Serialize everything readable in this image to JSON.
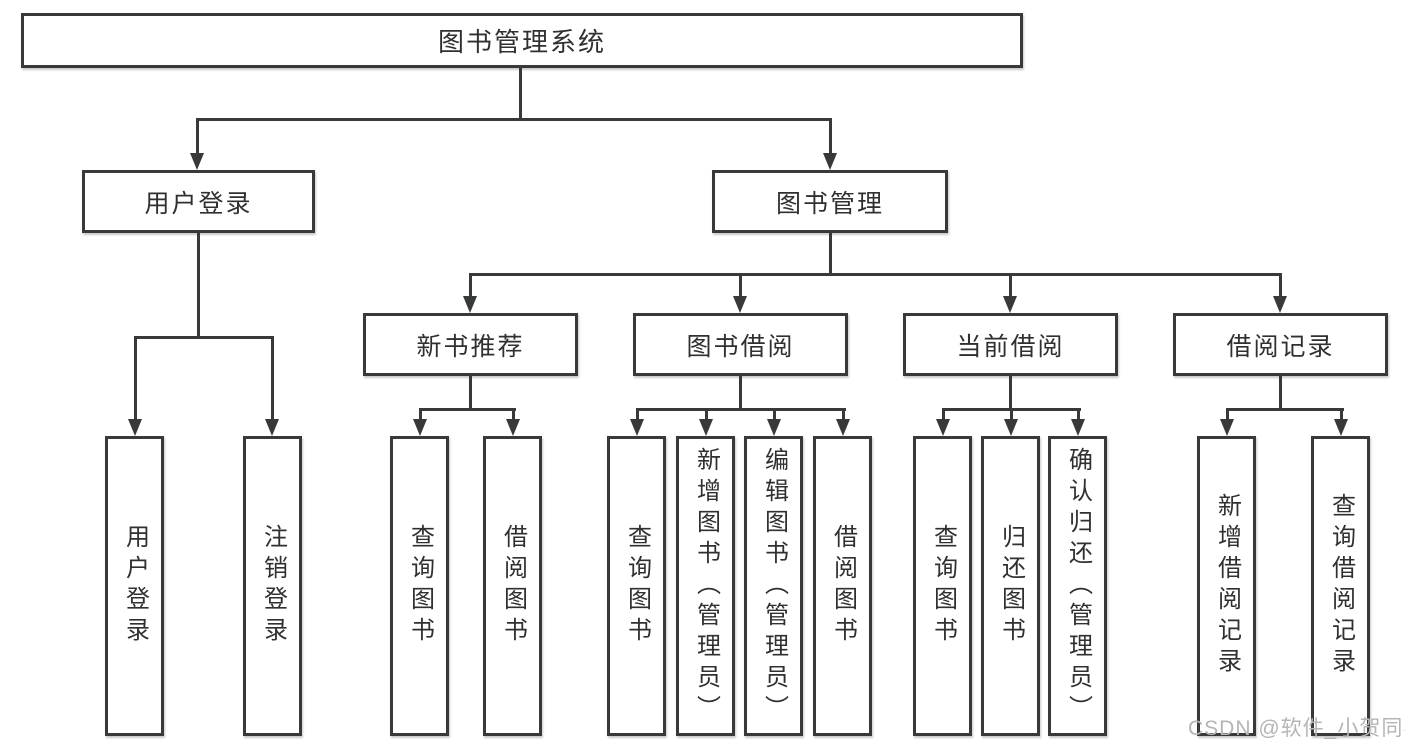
{
  "diagram": {
    "root": "图书管理系统",
    "user_login": {
      "label": "用户登录",
      "children": [
        "用户登录",
        "注销登录"
      ]
    },
    "book_mgmt": {
      "label": "图书管理",
      "sections": [
        {
          "label": "新书推荐",
          "children": [
            "查询图书",
            "借阅图书"
          ]
        },
        {
          "label": "图书借阅",
          "children": [
            "查询图书",
            "新增图书（管理员）",
            "编辑图书（管理员）",
            "借阅图书"
          ]
        },
        {
          "label": "当前借阅",
          "children": [
            "查询图书",
            "归还图书",
            "确认归还（管理员）"
          ]
        },
        {
          "label": "借阅记录",
          "children": [
            "新增借阅记录",
            "查询借阅记录"
          ]
        }
      ]
    }
  },
  "watermark": "CSDN @软件_小贺同学",
  "colors": {
    "line": "#38393b",
    "text": "#2f3032",
    "watermark": "#b5b5b5",
    "background": "#ffffff"
  }
}
